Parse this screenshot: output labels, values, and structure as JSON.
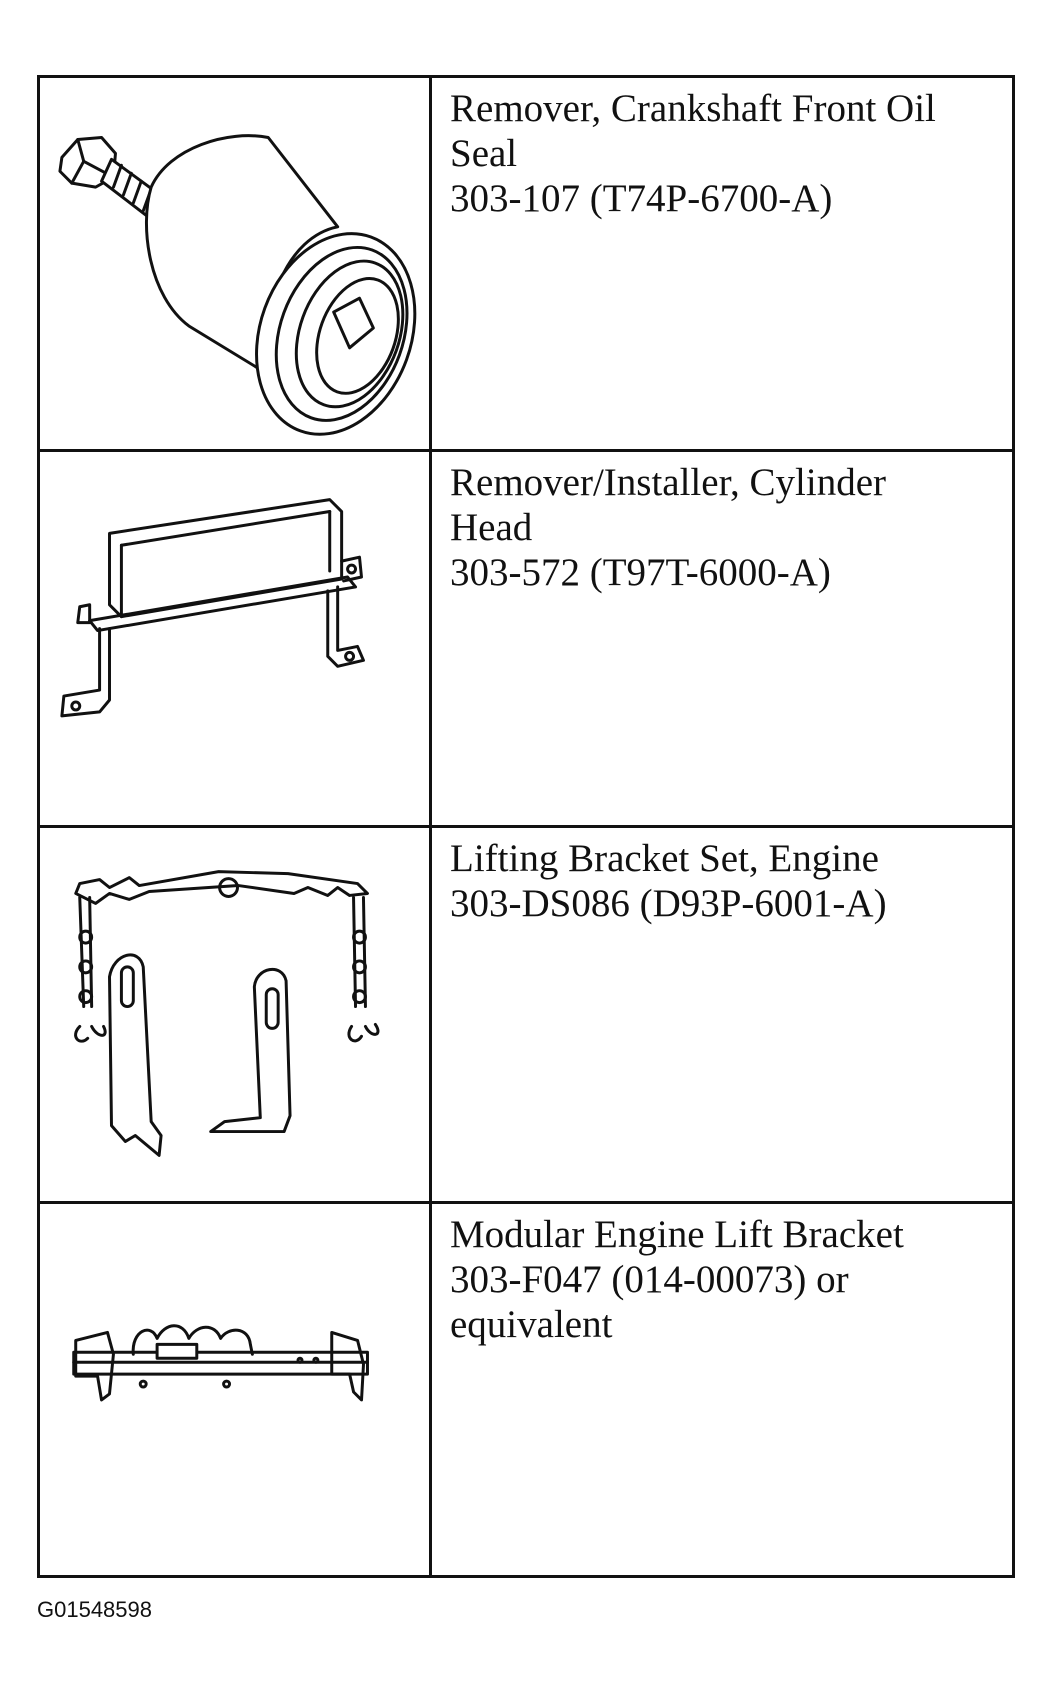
{
  "tools": [
    {
      "lines": [
        "Remover, Crankshaft Front Oil",
        "Seal",
        "303-107 (T74P-6700-A)"
      ],
      "icon": "crankshaft-seal-remover-icon"
    },
    {
      "lines": [
        "Remover/Installer, Cylinder",
        "Head",
        "303-572 (T97T-6000-A)"
      ],
      "icon": "cylinder-head-bracket-icon"
    },
    {
      "lines": [
        "Lifting Bracket Set, Engine",
        "303-DS086 (D93P-6001-A)"
      ],
      "icon": "lifting-bracket-set-icon"
    },
    {
      "lines": [
        "Modular Engine Lift Bracket",
        "303-F047 (014-00073) or",
        "equivalent"
      ],
      "icon": "engine-lift-bracket-icon"
    }
  ],
  "figure_id": "G01548598"
}
